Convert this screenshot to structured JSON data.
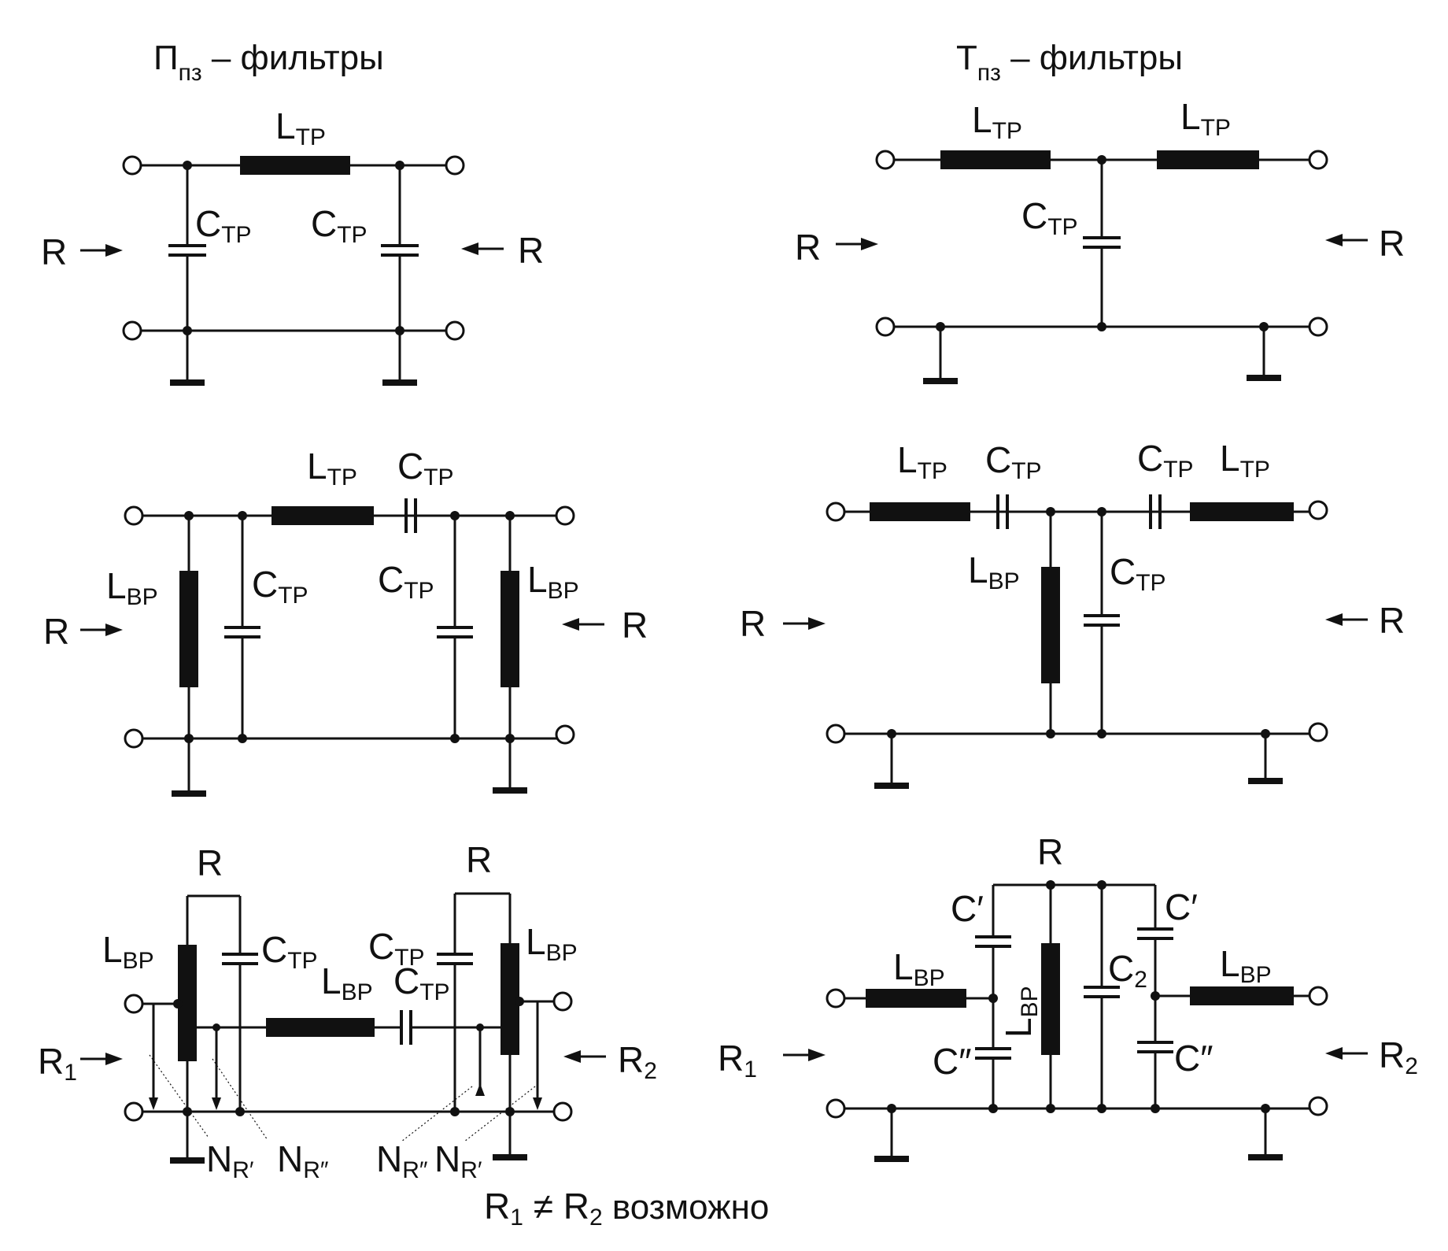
{
  "titles": {
    "pi": {
      "main": "П",
      "sub": "пз",
      "rest": " – фильтры"
    },
    "t": {
      "main": "Т",
      "sub": "пз",
      "rest": " – фильтры"
    }
  },
  "labels": {
    "L": "L",
    "C": "C",
    "R": "R",
    "N": "N",
    "tp": "ТР",
    "bp": "ВР",
    "prime": "′",
    "dprime": "″",
    "r1": "1",
    "r2": "2",
    "c2": "2"
  },
  "footer": {
    "r": "R",
    "one": "1",
    "neq": " ≠ ",
    "two": "2",
    "word": "  возможно"
  }
}
